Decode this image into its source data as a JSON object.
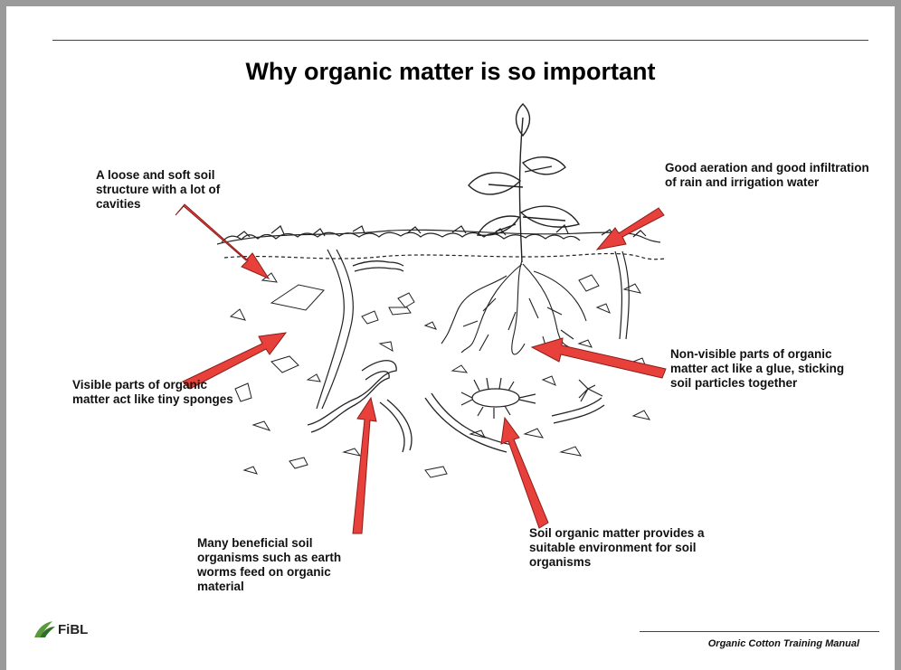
{
  "title": "Why organic matter is so important",
  "labels": {
    "top_left": "A loose and soft soil structure with a lot of cavities",
    "top_right": "Good aeration and good infiltration of rain and irrigation water",
    "middle_left": "Visible parts of organic matter act like tiny sponges",
    "middle_right": "Non-visible parts of organic matter act like a glue, sticking soil particles together",
    "bottom_left": "Many beneficial soil organisms such as earth worms feed on organic material",
    "bottom_right": "Soil organic matter provides a suitable environment for soil organisms"
  },
  "logo": {
    "text": "FiBL",
    "icon": "fibl-leaf-logo-icon"
  },
  "footer": "Organic Cotton Training Manual",
  "colors": {
    "arrow": "#e8403a",
    "arrow_outline": "#8a1e1a",
    "frame": "#9a9a9a"
  }
}
